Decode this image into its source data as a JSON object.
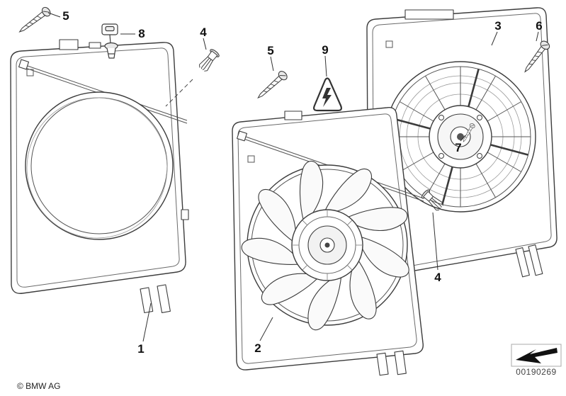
{
  "diagram": {
    "callouts": {
      "part1": "1",
      "part2": "2",
      "part3": "3",
      "part4_top": "4",
      "part4_right": "4",
      "part5_left": "5",
      "part5_mid": "5",
      "part6": "6",
      "part7": "7",
      "part8": "8",
      "part9": "9"
    },
    "colors": {
      "line": "#3c3c3c",
      "background": "#ffffff"
    },
    "icons": {
      "warning_triangle": "warning-triangle-icon",
      "direction_arrow": "direction-arrow-icon"
    }
  },
  "footer": {
    "copyright": "© BMW AG",
    "part_number": "00190269"
  }
}
